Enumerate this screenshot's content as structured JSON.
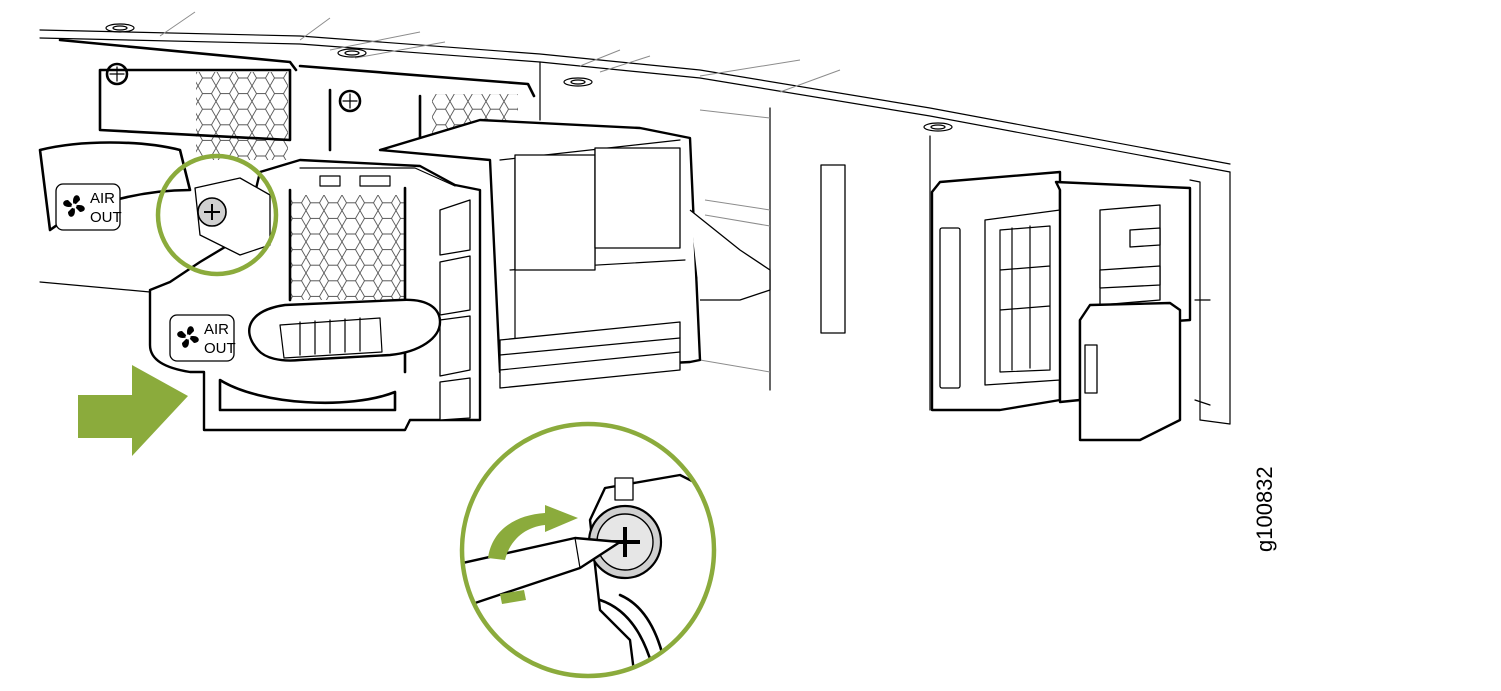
{
  "figure": {
    "figure_id": "g100832",
    "badges": [
      {
        "line1": "AIR",
        "line2": "OUT"
      },
      {
        "line1": "AIR",
        "line2": "OUT"
      }
    ],
    "colors": {
      "accent": "#8bab3c",
      "line": "#000000",
      "background": "#ffffff",
      "screw_fill": "#d0d0d0"
    },
    "icons": [
      "fan-icon",
      "insert-direction-arrow",
      "rotation-arrow",
      "screwdriver",
      "captive-screw"
    ]
  }
}
